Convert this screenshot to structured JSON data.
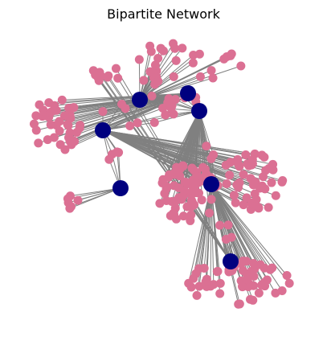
{
  "figure": {
    "title": "Bipartite Network"
  },
  "colors": {
    "hub": "#00007f",
    "leaf": "#db7093",
    "edge": "#808080",
    "background": "#ffffff"
  },
  "graph": {
    "type": "bipartite",
    "hub_count": 7,
    "leaf_groups": [
      {
        "hub": 1,
        "leaf_count": 32
      },
      {
        "hub": 2,
        "leaf_count": 40
      },
      {
        "hub": 3,
        "leaf_count": 48
      },
      {
        "hub": 4,
        "leaf_count": 70
      },
      {
        "hub": 5,
        "leaf_count": 55
      },
      {
        "hub": 6,
        "leaf_count": 6
      },
      {
        "hub": 7,
        "leaf_count": 10
      }
    ],
    "shared_leaf_count": 32
  }
}
